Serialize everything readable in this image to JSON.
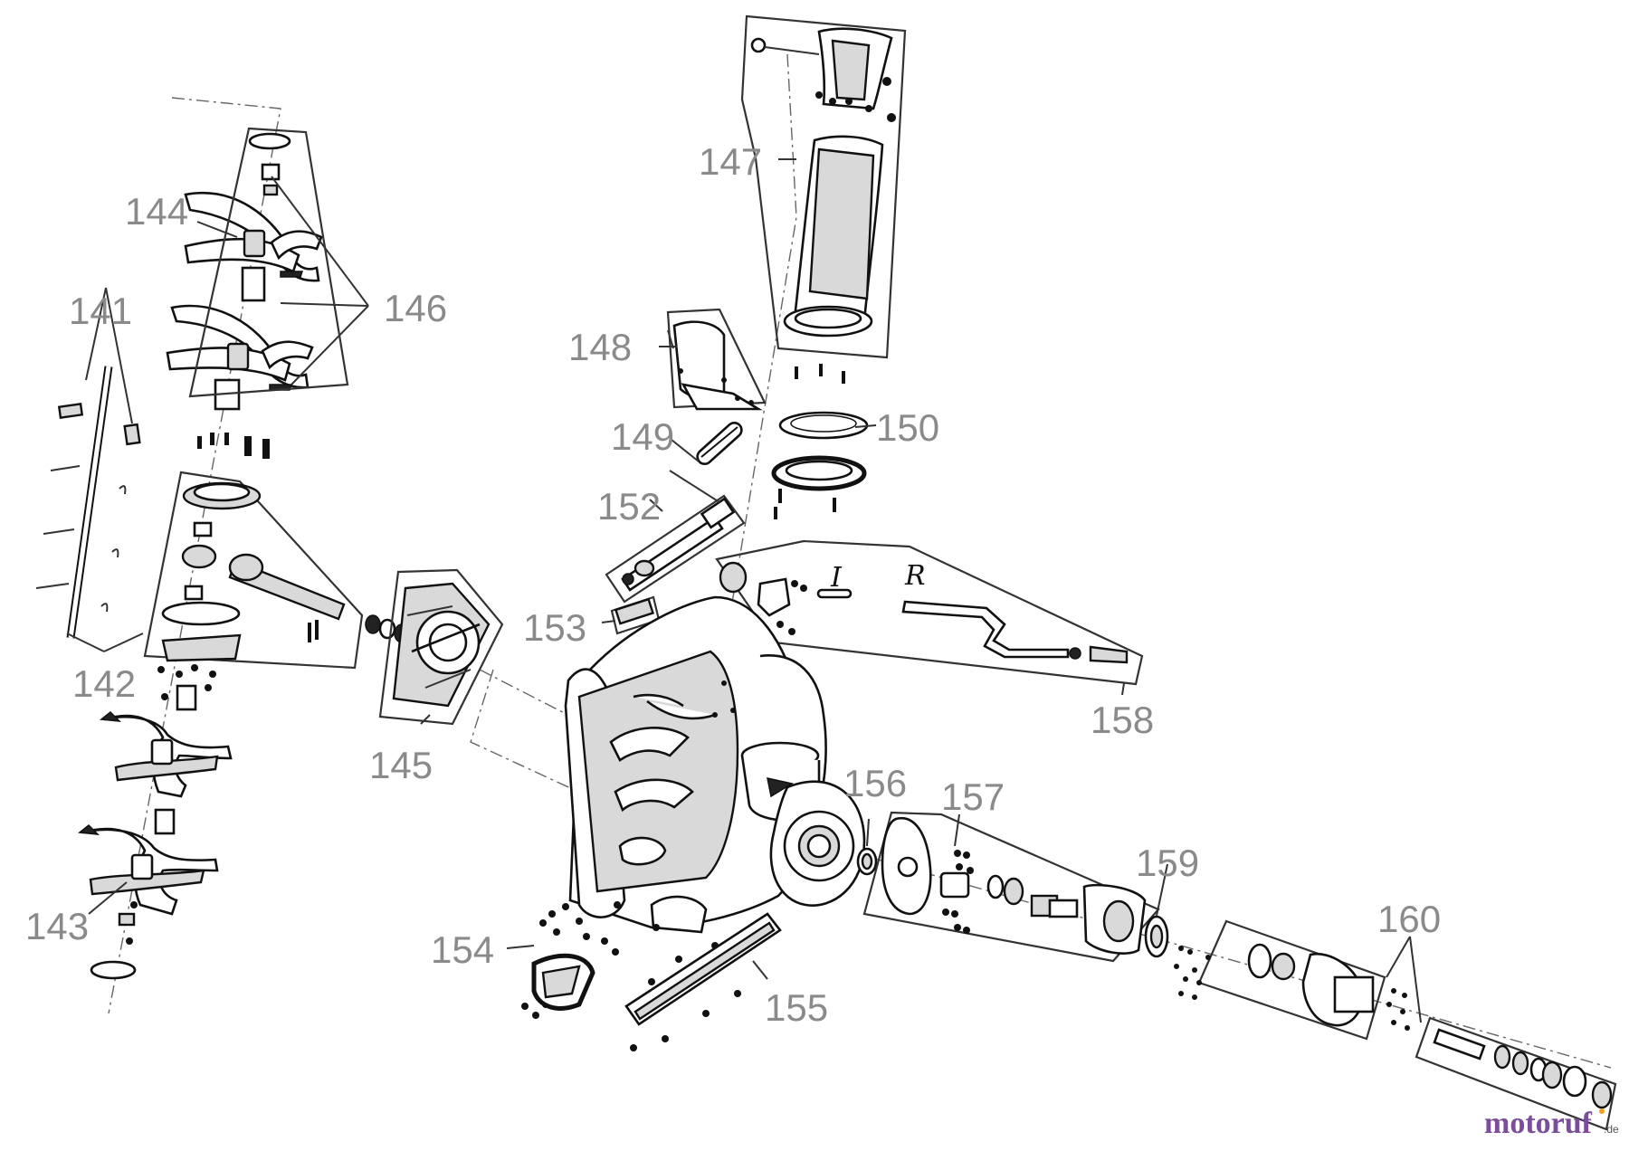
{
  "labels": {
    "l141": "141",
    "l142": "142",
    "l143": "143",
    "l144": "144",
    "l145": "145",
    "l146": "146",
    "l147": "147",
    "l148": "148",
    "l149": "149",
    "l150": "150",
    "l152": "152",
    "l153": "153",
    "l154": "154",
    "l155": "155",
    "l156": "156",
    "l157": "157",
    "l158": "158",
    "l159": "159",
    "l160": "160"
  },
  "handwritten": {
    "one": "I",
    "r": "R"
  },
  "logo": {
    "main": "motoruf",
    "suffix": ".de",
    "main_color": "#7a4e9a",
    "dot_color": "#f0a020"
  }
}
